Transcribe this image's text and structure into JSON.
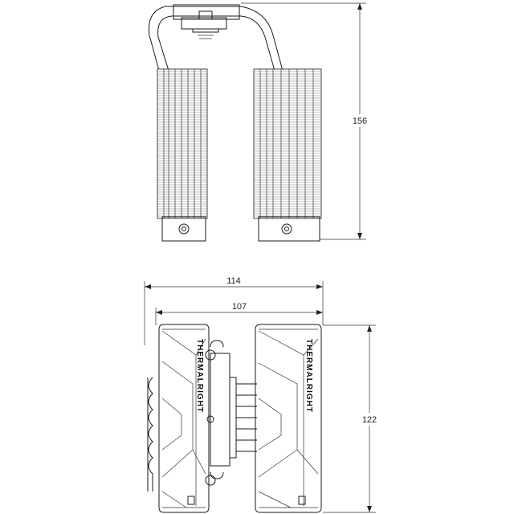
{
  "dimensions": {
    "height_side": "156",
    "width_overall": "114",
    "width_inner": "107",
    "height_top": "122"
  },
  "brand": {
    "left_logo": "THERMALRIGHT",
    "right_logo": "THERMALRIGHT"
  },
  "colors": {
    "line": "#1a1a1a",
    "background": "#ffffff"
  }
}
